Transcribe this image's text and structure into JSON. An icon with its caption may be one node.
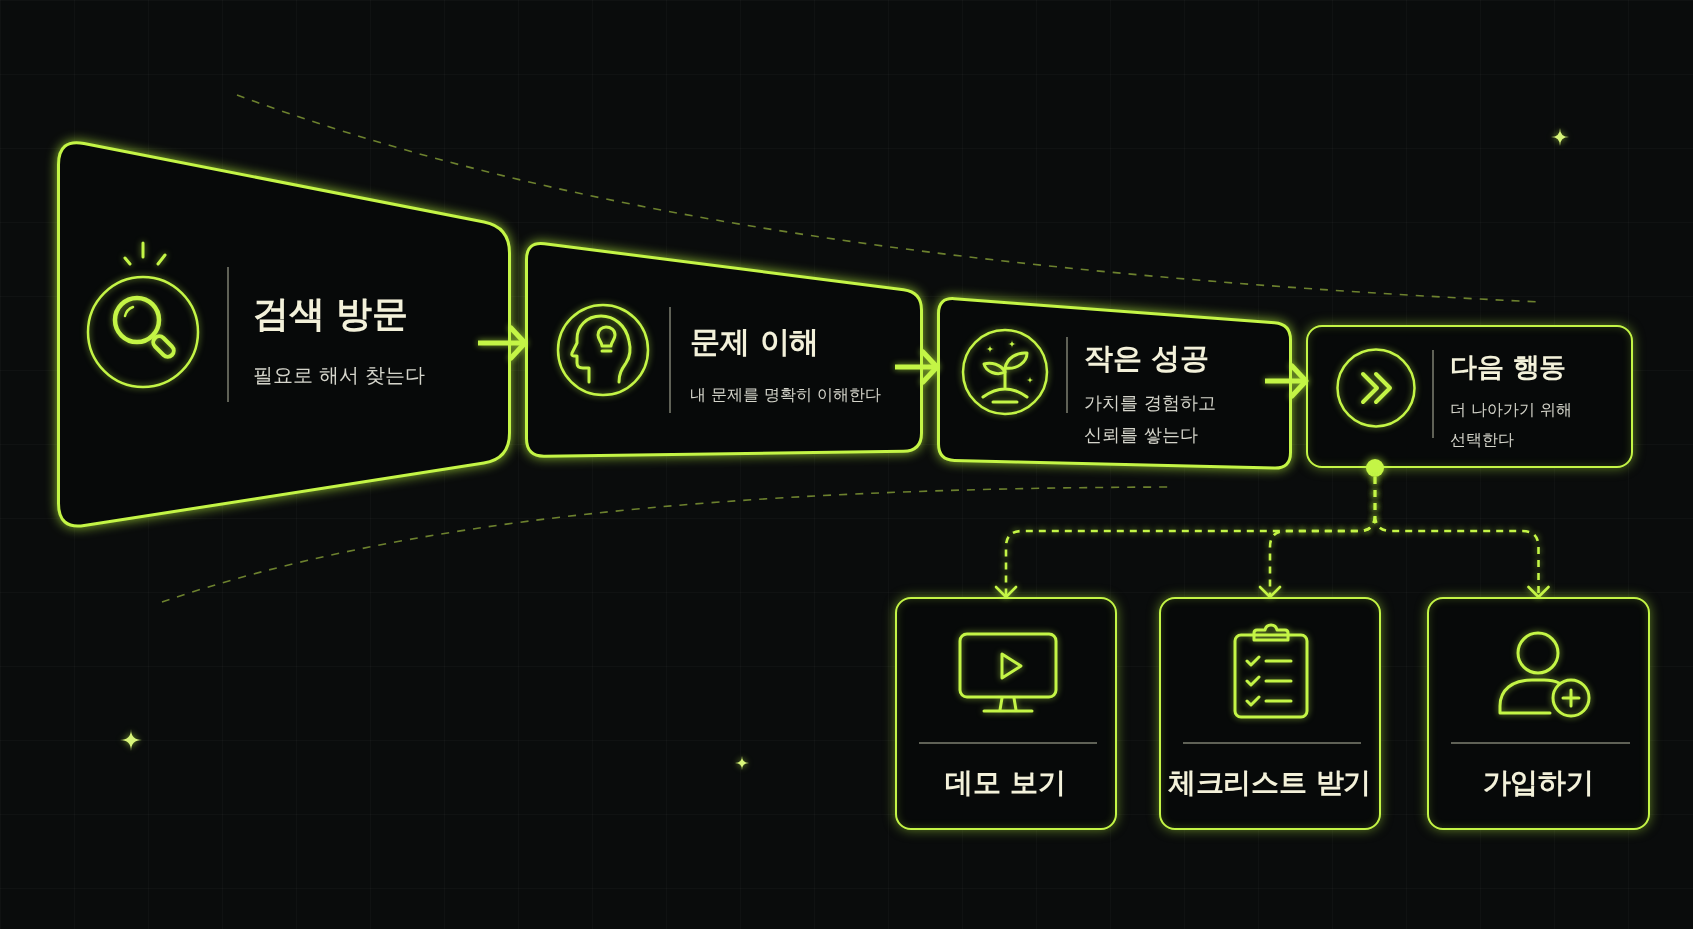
{
  "diagram": {
    "nodes": [
      {
        "text": [
          "검색 방문",
          "필요로 해서 찾는다"
        ]
      },
      {
        "text": [
          "문제 이해",
          "내 문제를 명확히 이해한다"
        ]
      },
      {
        "text": [
          "작은 성공",
          "가치를 경험하고 신뢰를 쌓는다"
        ]
      },
      {
        "text": [
          "다음 행동",
          "더 나아가기 위해 선택한다"
        ]
      },
      {
        "text": [
          "데모 보기"
        ]
      },
      {
        "text": [
          "체크리스트 받기"
        ]
      },
      {
        "text": [
          "가입하기"
        ]
      }
    ],
    "edges": [
      {
        "from": 0,
        "to": 1,
        "arrow": "to"
      },
      {
        "from": 1,
        "to": 2,
        "arrow": "to"
      },
      {
        "from": 2,
        "to": 3,
        "arrow": "to"
      },
      {
        "from": 3,
        "to": 4,
        "arrow": "to",
        "style": "dashed"
      },
      {
        "from": 3,
        "to": 5,
        "arrow": "to",
        "style": "dashed"
      },
      {
        "from": 3,
        "to": 6,
        "arrow": "to",
        "style": "dashed"
      }
    ]
  }
}
